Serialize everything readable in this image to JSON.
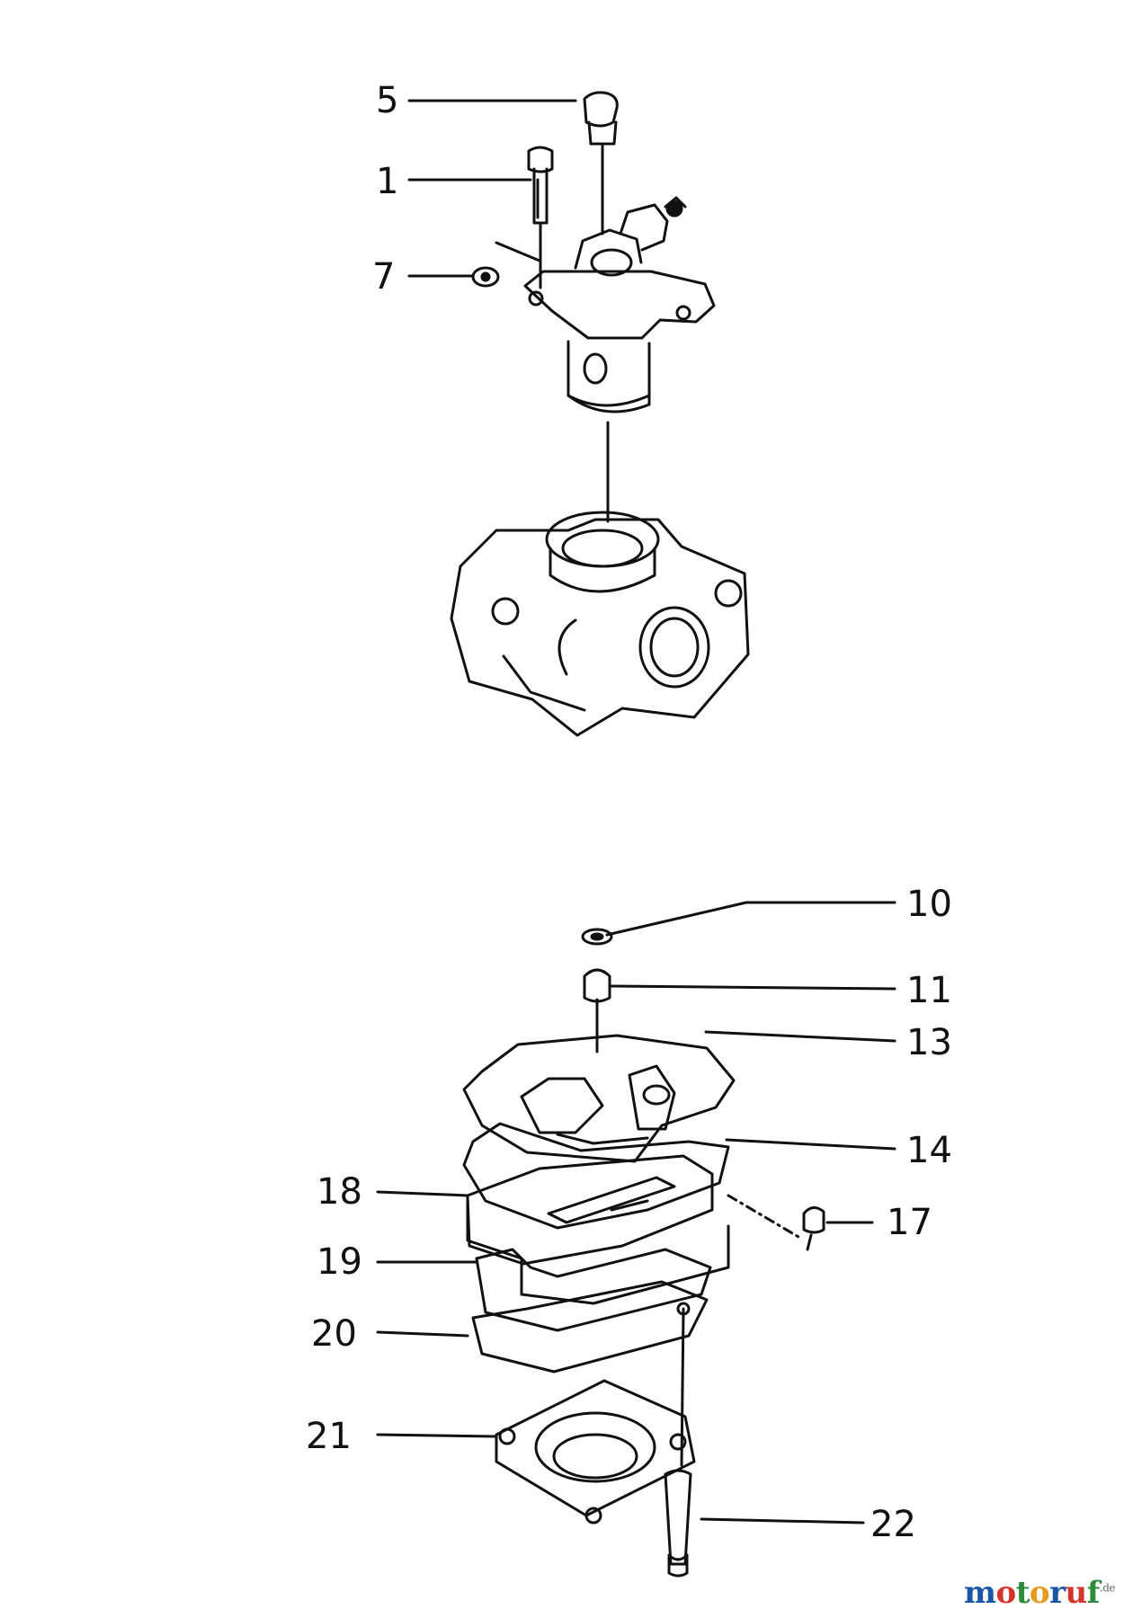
{
  "callouts": {
    "c5": "5",
    "c1": "1",
    "c7": "7",
    "c10": "10",
    "c11": "11",
    "c13": "13",
    "c14": "14",
    "c17": "17",
    "c18": "18",
    "c19": "19",
    "c20": "20",
    "c21": "21",
    "c22": "22"
  },
  "watermark": {
    "letters": [
      "m",
      "o",
      "t",
      "o",
      "r",
      "u",
      "f"
    ],
    "letter_colors": [
      "#1a56a8",
      "#d4342c",
      "#2e8b3a",
      "#e69a1c",
      "#1a56a8",
      "#d4342c",
      "#2e8b3a"
    ],
    "suffix": ".de"
  }
}
